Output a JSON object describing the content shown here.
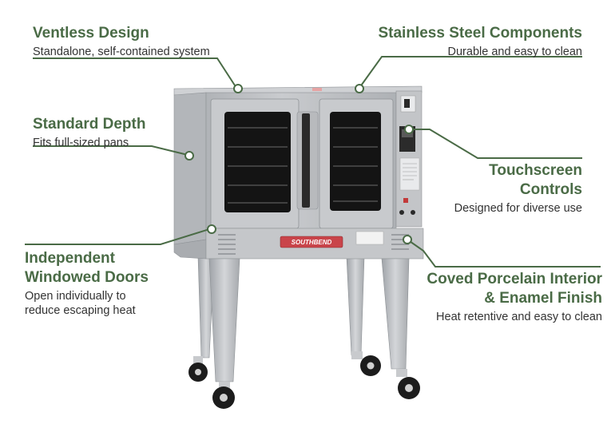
{
  "features": {
    "ventless": {
      "title": "Ventless Design",
      "desc": "Standalone, self-contained system"
    },
    "stainless": {
      "title": "Stainless Steel Components",
      "desc": "Durable and easy to clean"
    },
    "depth": {
      "title": "Standard Depth",
      "desc": "Fits full-sized pans"
    },
    "touchscreen": {
      "title_line1": "Touchscreen",
      "title_line2": "Controls",
      "desc": "Designed for diverse use"
    },
    "doors": {
      "title_line1": "Independent",
      "title_line2": "Windowed Doors",
      "desc": "Open individually to reduce escaping heat"
    },
    "coved": {
      "title_line1": "Coved Porcelain Interior",
      "title_line2": "& Enamel Finish",
      "desc": "Heat retentive and easy to clean"
    }
  },
  "product": {
    "brand_logo": "SOUTHBEND"
  },
  "colors": {
    "accent_green": "#4a6b46",
    "callout_line": "#4a6b46",
    "steel": "#b9bcc0"
  }
}
